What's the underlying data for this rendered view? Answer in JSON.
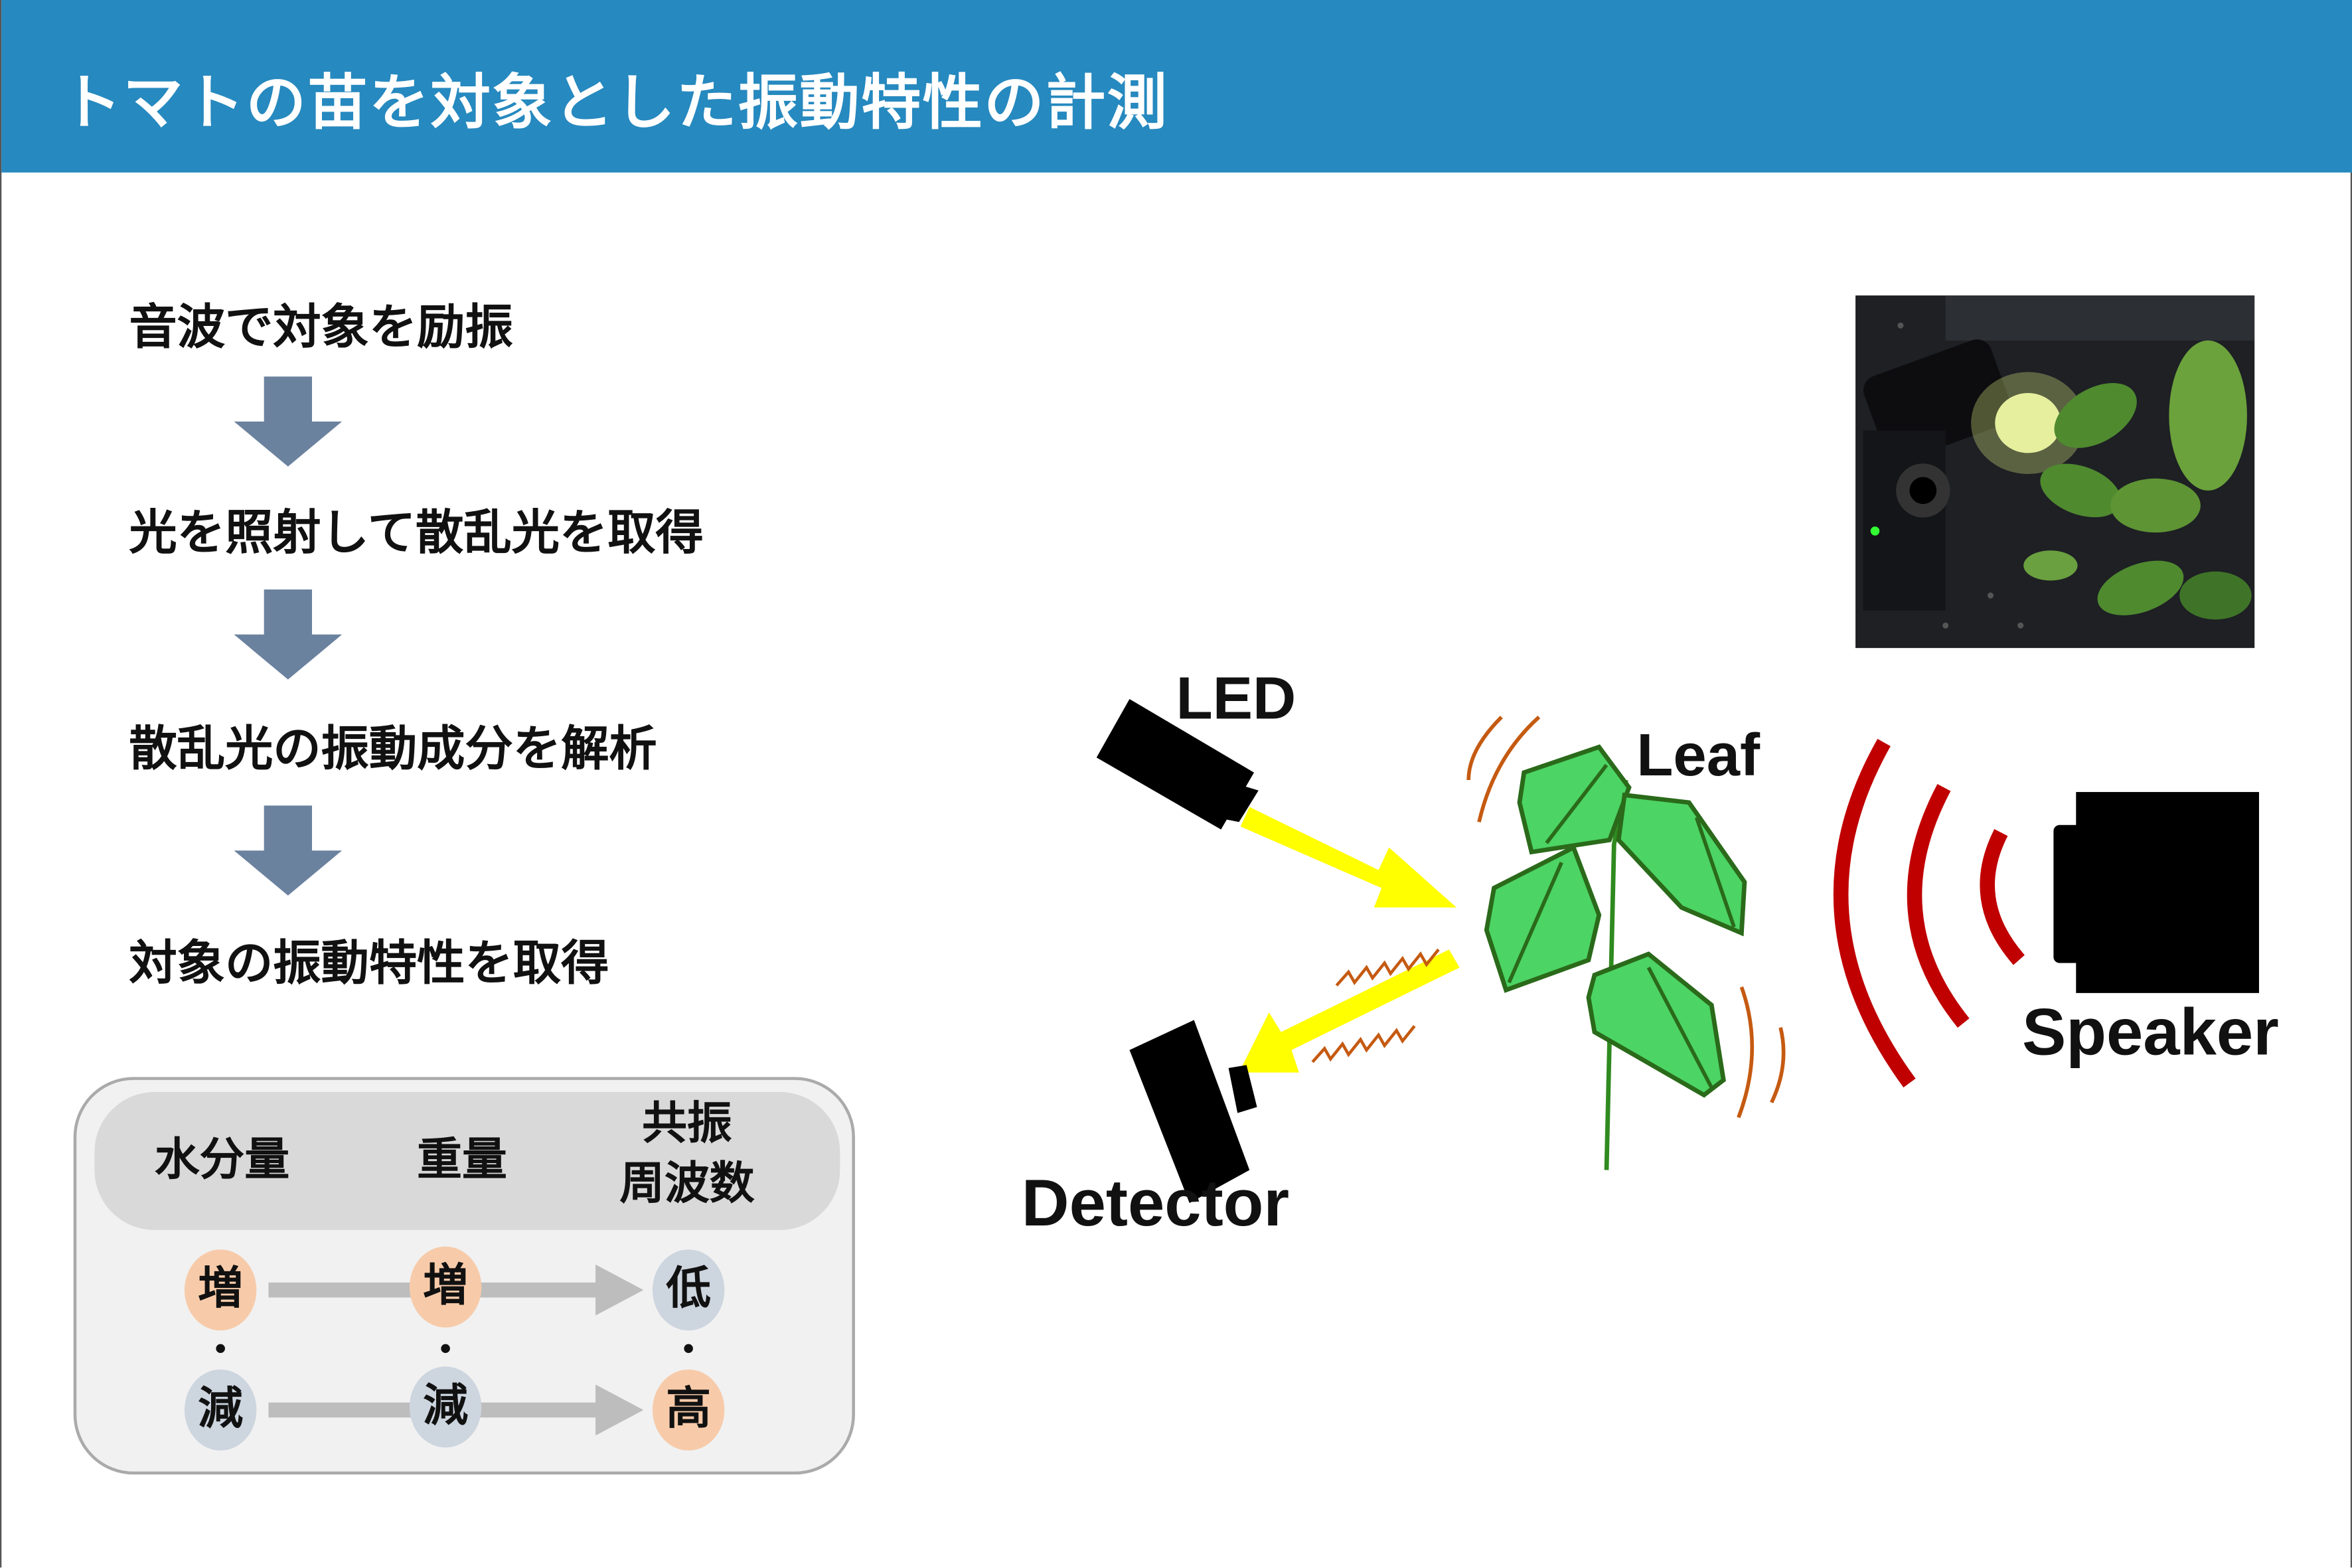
{
  "title": "トマトの苗を対象とした振動特性の計測",
  "steps": [
    "音波で対象を励振",
    "光を照射して散乱光を取得",
    "散乱光の振動成分を解析",
    "対象の振動特性を取得"
  ],
  "table": {
    "headers": [
      "水分量",
      "重量",
      "共振",
      "周波数"
    ],
    "row1": [
      "増",
      "増",
      "低"
    ],
    "row2": [
      "減",
      "減",
      "高"
    ]
  },
  "diagram": {
    "led": "LED",
    "leaf": "Leaf",
    "detector": "Detector",
    "speaker": "Speaker"
  },
  "colors": {
    "header": "#2689bf",
    "arrow_down": "#6b829f",
    "light": "#ffff00",
    "sound": "#c00000",
    "leaf": "#4cd464",
    "increase": "#f7cbaa",
    "decrease": "#cdd5df"
  }
}
